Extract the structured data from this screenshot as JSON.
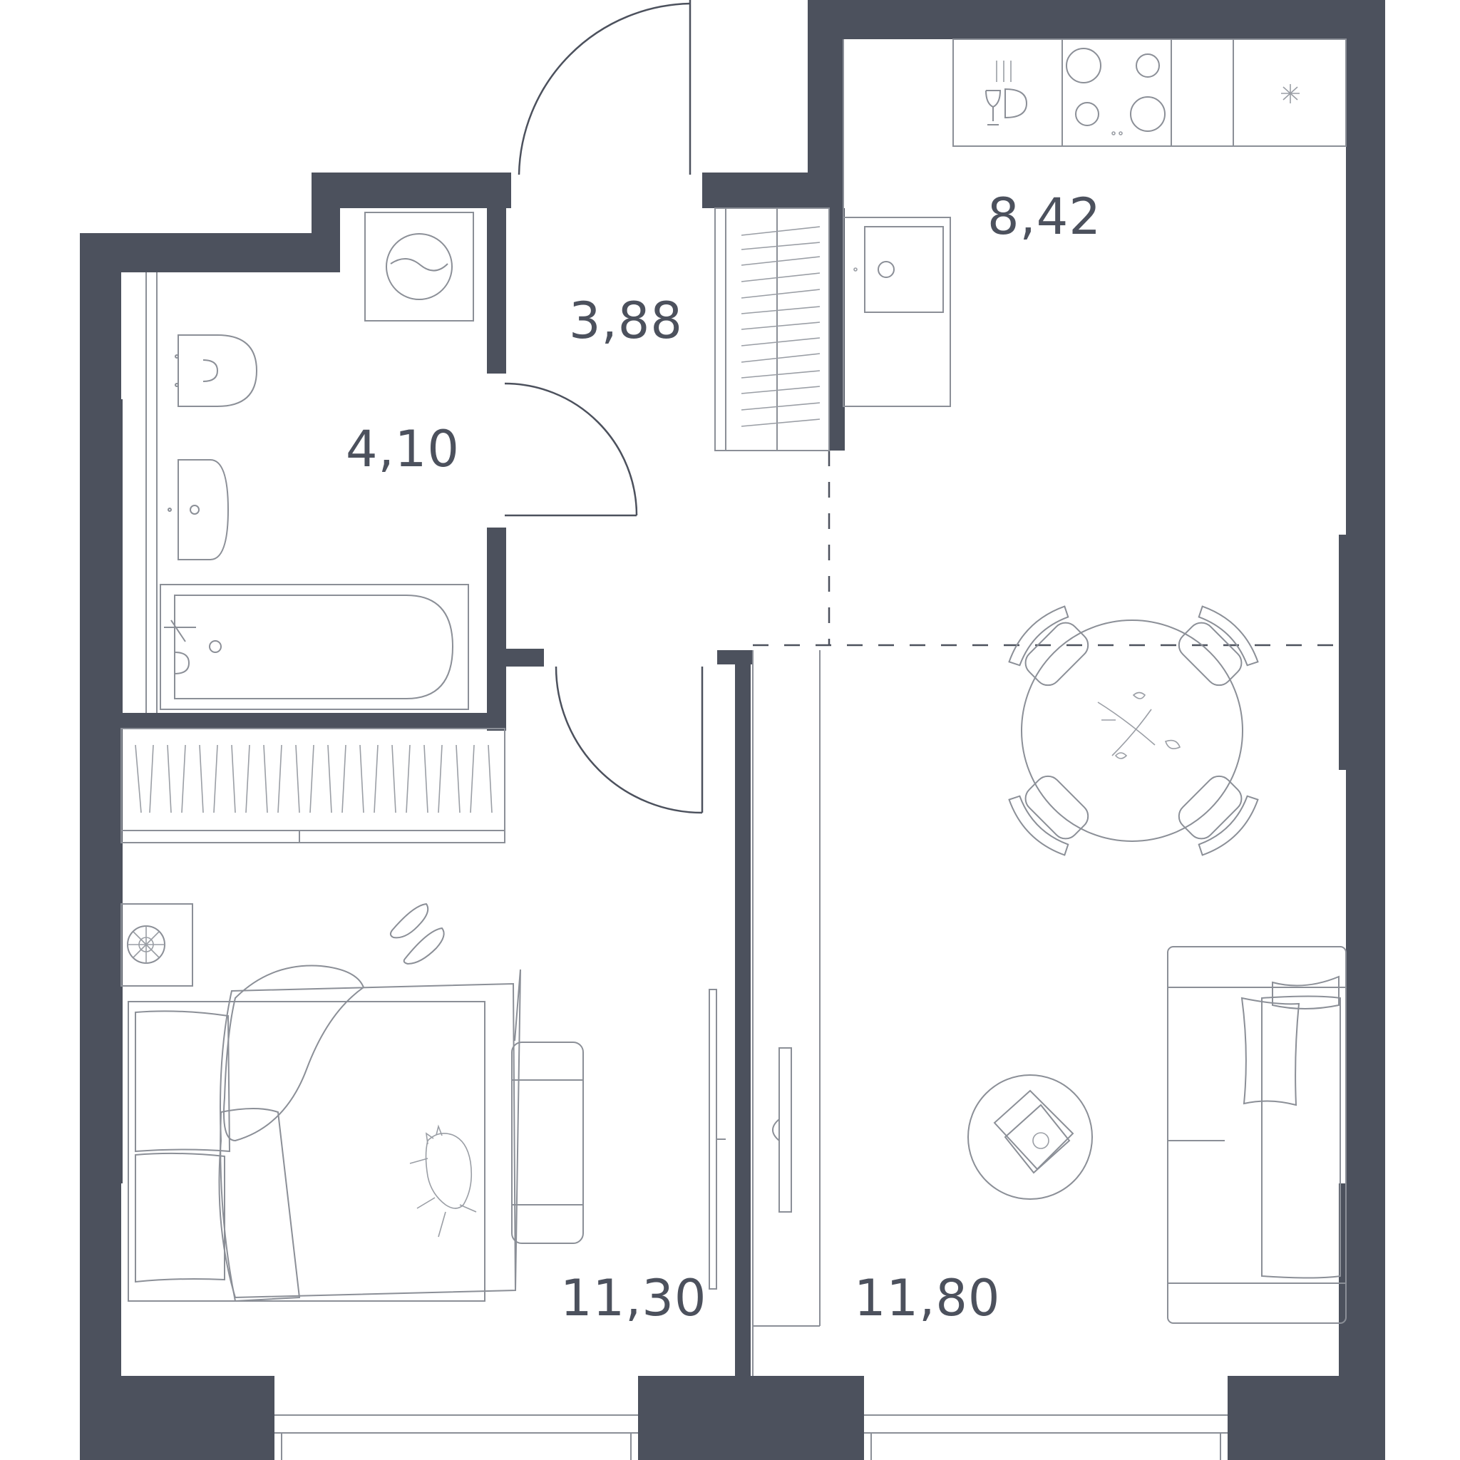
{
  "plan": {
    "colors": {
      "wall": "#4c515d",
      "furniture": "#8b8f97",
      "background": "#ffffff"
    },
    "rooms": [
      {
        "id": "hallway",
        "area": "3,88"
      },
      {
        "id": "bathroom",
        "area": "4,10"
      },
      {
        "id": "kitchen",
        "area": "8,42"
      },
      {
        "id": "bedroom",
        "area": "11,30"
      },
      {
        "id": "living-room",
        "area": "11,80"
      }
    ],
    "icons": [
      "dishwasher-icon",
      "cooktop-icon",
      "fridge-icon",
      "sink-icon",
      "washing-machine-icon",
      "toilet-icon",
      "washbasin-icon",
      "bathtub-icon",
      "bed-icon",
      "cat-icon",
      "slippers-icon",
      "fan-icon",
      "dining-table-icon",
      "sofa-icon",
      "coffee-table-icon",
      "tv-icon"
    ]
  }
}
